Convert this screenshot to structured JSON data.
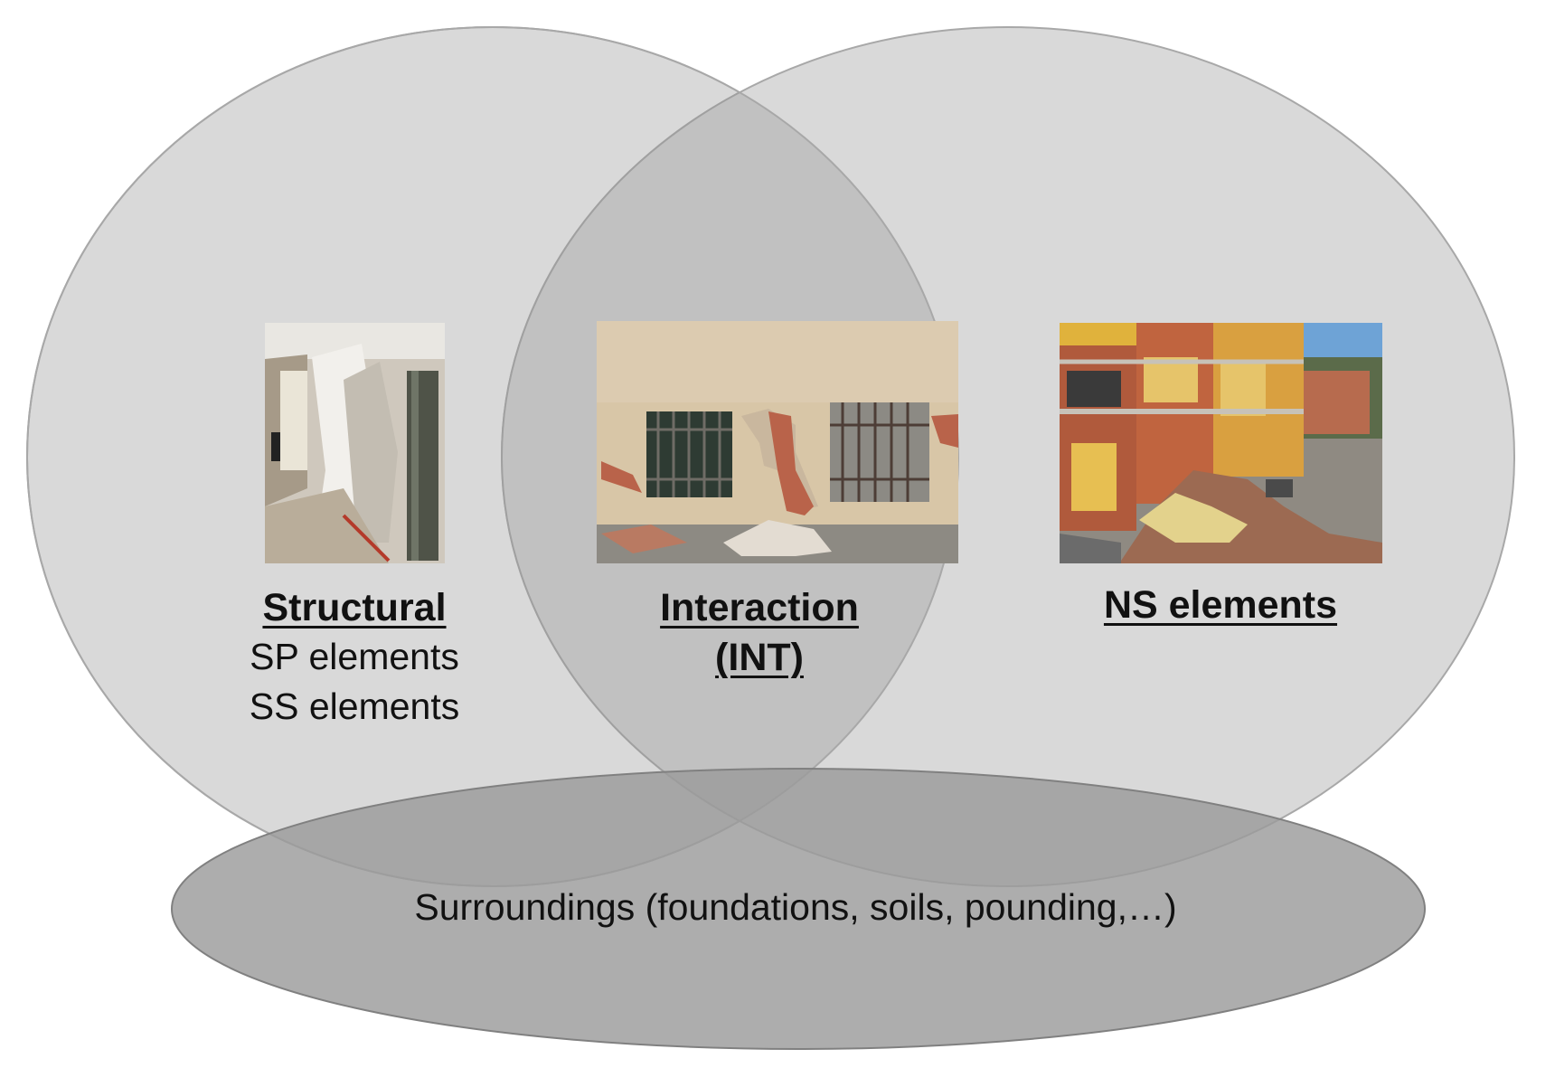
{
  "diagram": {
    "structural": {
      "heading": "Structural",
      "lines": [
        "SP elements",
        "SS elements"
      ],
      "photo": "cracked-column-photo"
    },
    "interaction": {
      "heading_line1": "Interaction",
      "heading_line2": "(INT)",
      "photo": "cracked-wall-photo"
    },
    "ns": {
      "heading": "NS elements",
      "photo": "collapsed-facade-photo"
    },
    "surroundings": {
      "label": "Surroundings (foundations, soils, pounding,…)"
    }
  },
  "colors": {
    "left_circle": "#d9d9d9",
    "right_circle": "#d9d9d9",
    "overlap": "#bdbdbd",
    "ellipse": "#9c9c9c",
    "outline": "#9a9a9a",
    "text": "#111111"
  }
}
